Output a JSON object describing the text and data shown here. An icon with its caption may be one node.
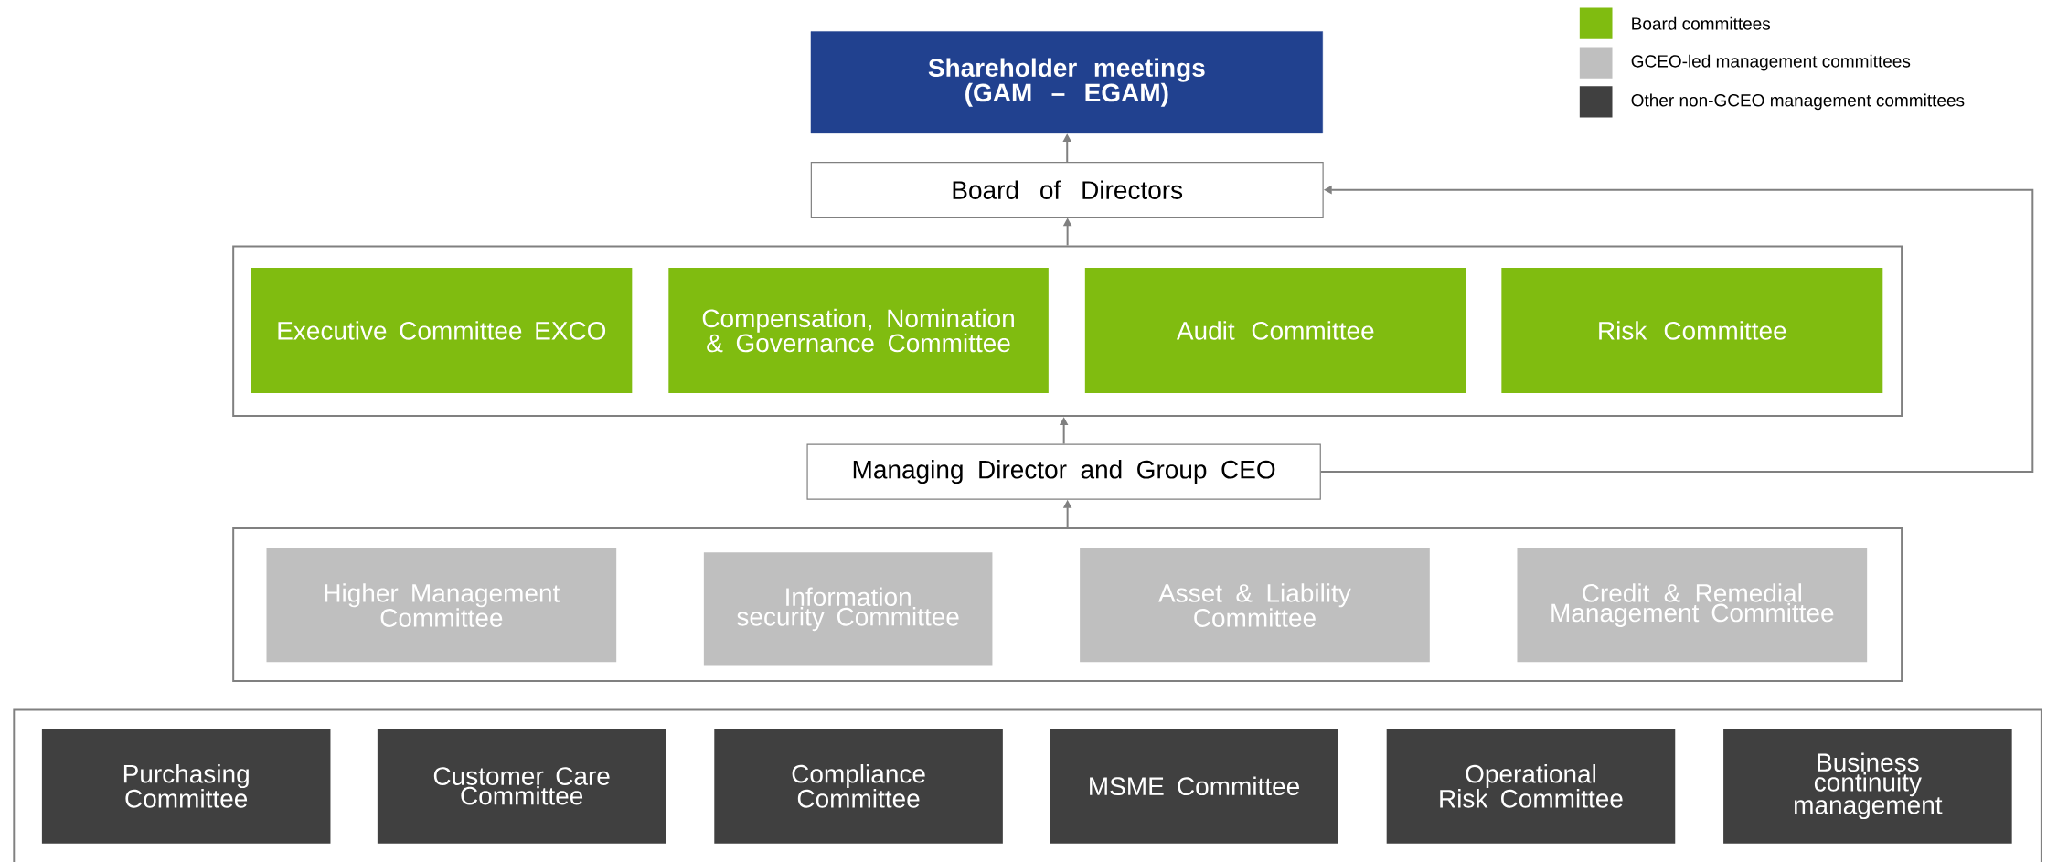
{
  "diagram": {
    "nodes": [
      {
        "text": [
          "Shareholder meetings (GAM – EGAM)"
        ]
      },
      {
        "text": [
          "Board of Directors"
        ]
      },
      {
        "text": [],
        "shape": "box"
      },
      {
        "text": [
          "Executive Committee EXCO"
        ],
        "in": 2
      },
      {
        "text": [
          "Compensation, Nomination & Governance Committee"
        ],
        "in": 2
      },
      {
        "text": [
          "Audit Committee"
        ],
        "in": 2
      },
      {
        "text": [
          "Risk Committee"
        ],
        "in": 2
      },
      {
        "text": [
          "Managing Director and Group CEO"
        ]
      },
      {
        "text": [],
        "shape": "box"
      },
      {
        "text": [
          "Higher Management Committee"
        ],
        "in": 8
      },
      {
        "text": [
          "Information security Committee"
        ],
        "in": 8
      },
      {
        "text": [
          "Asset & Liability Committee"
        ],
        "in": 8
      },
      {
        "text": [
          "Credit & Remedial Management Committee"
        ],
        "in": 8
      },
      {
        "text": [],
        "shape": "box"
      },
      {
        "text": [
          "Purchasing Committee"
        ],
        "in": 13
      },
      {
        "text": [
          "Customer Care Committee"
        ],
        "in": 13
      },
      {
        "text": [
          "Compliance Committee"
        ],
        "in": 13
      },
      {
        "text": [
          "MSME Committee"
        ],
        "in": 13
      },
      {
        "text": [
          "Operational Risk Committee"
        ],
        "in": 13
      },
      {
        "text": [
          "Business continuity management"
        ],
        "in": 13
      }
    ],
    "edges": [
      {
        "from": 1,
        "to": 0,
        "arrow": "to"
      },
      {
        "from": 2,
        "to": 1,
        "arrow": "to"
      },
      {
        "from": 7,
        "to": 2,
        "arrow": "to"
      },
      {
        "from": 8,
        "to": 7,
        "arrow": "to"
      },
      {
        "from": 7,
        "to": 1,
        "arrow": "to"
      }
    ],
    "legend": [
      {
        "text": "Board committees",
        "color": "#80bc10"
      },
      {
        "text": "GCEO-led management committees",
        "color": "#bfbfbf"
      },
      {
        "text": "Other non-GCEO management committees",
        "color": "#404040"
      }
    ]
  }
}
